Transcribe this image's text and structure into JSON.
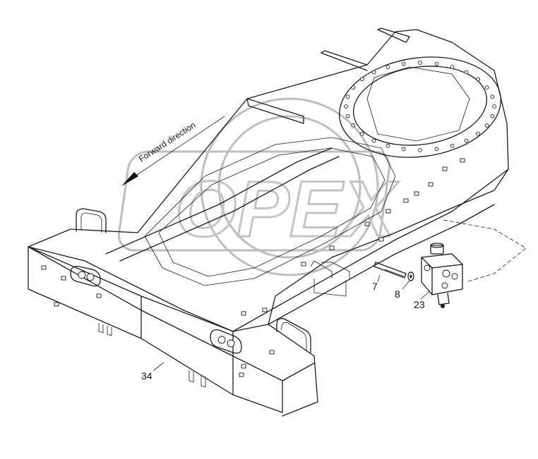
{
  "diagram": {
    "direction_label": "Forward direction",
    "watermark": "OPEX",
    "callouts": [
      {
        "id": "c7",
        "label": "7"
      },
      {
        "id": "c8",
        "label": "8"
      },
      {
        "id": "c23",
        "label": "23"
      },
      {
        "id": "c34",
        "label": "34"
      }
    ]
  }
}
